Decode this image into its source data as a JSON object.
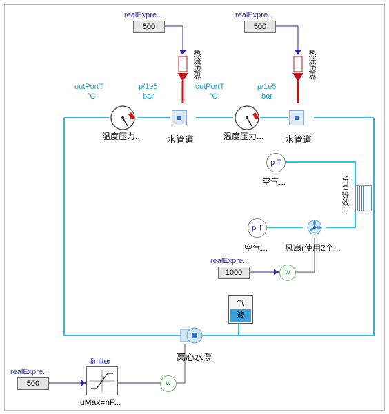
{
  "heat_sources": [
    {
      "const_label": "realExpre...",
      "const_value": "500",
      "boundary_label": "热流边界"
    },
    {
      "const_label": "realExpre...",
      "const_value": "500",
      "boundary_label": "热流边界"
    }
  ],
  "sensors": [
    {
      "out_label": "outPortT",
      "out_unit": "°C",
      "p_label": "p/1e5",
      "p_unit": "bar",
      "name": "温度压力..."
    },
    {
      "out_label": "outPortT",
      "out_unit": "°C",
      "p_label": "p/1e5",
      "p_unit": "bar",
      "name": "温度压力..."
    }
  ],
  "pipes": [
    {
      "name": "水管道"
    },
    {
      "name": "水管道"
    }
  ],
  "air_sources": [
    {
      "icon_text": "p T",
      "name": "空气..."
    },
    {
      "icon_text": "p T",
      "name": "空气..."
    }
  ],
  "heat_exchanger": {
    "name": "NTU等效..."
  },
  "fan": {
    "name": "风扇(使用2个...",
    "speed_const_label": "realExpre...",
    "speed_const_value": "1000",
    "speed_icon": "w"
  },
  "tank": {
    "gas_label": "气",
    "liquid_label": "液"
  },
  "pump": {
    "name": "离心水泵",
    "const_label": "realExpre...",
    "const_value": "500",
    "limiter_label": "limiter",
    "limiter_param": "uMax=nP...",
    "speed_icon": "w"
  },
  "colors": {
    "water_loop": "#33b5e0",
    "air_line": "#22c6e8",
    "signal_line": "#2a2a9a",
    "heat_flow": "#c0151a"
  }
}
